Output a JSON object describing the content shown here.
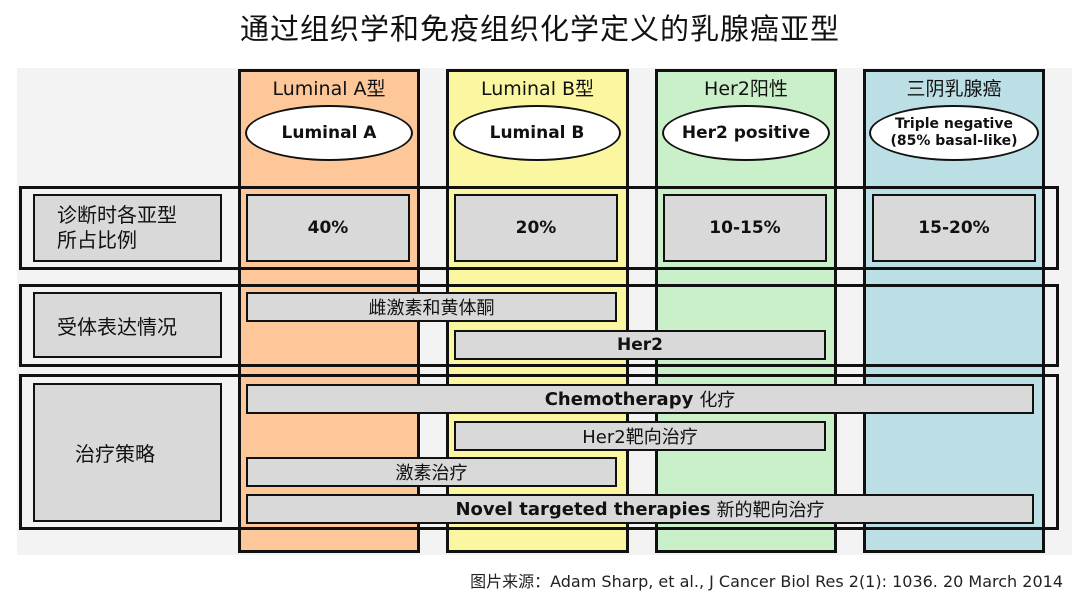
{
  "title": "通过组织学和免疫组织化学定义的乳腺癌亚型",
  "subtypes": [
    {
      "header": "Luminal A型",
      "oval": "Luminal A",
      "oval_line2": ""
    },
    {
      "header": "Luminal B型",
      "oval": "Luminal B",
      "oval_line2": ""
    },
    {
      "header": "Her2阳性",
      "oval": "Her2 positive",
      "oval_line2": ""
    },
    {
      "header": "三阴乳腺癌",
      "oval": "Triple negative",
      "oval_line2": "(85% basal-like)"
    }
  ],
  "rows": {
    "proportion": {
      "label": "诊断时各亚型所占比例",
      "values": [
        "40%",
        "20%",
        "10-15%",
        "15-20%"
      ]
    },
    "receptor": {
      "label": "受体表达情况",
      "bars": [
        "雌激素和黄体酮",
        "Her2"
      ]
    },
    "therapy": {
      "label": "治疗策略",
      "bars": [
        {
          "bold": "Chemotherapy",
          "text": "化疗"
        },
        {
          "bold": "",
          "text": "Her2靶向治疗"
        },
        {
          "bold": "",
          "text": "激素治疗"
        },
        {
          "bold": "Novel targeted therapies",
          "text": "新的靶向治疗"
        }
      ]
    }
  },
  "source": "图片来源：Adam Sharp, et al., J Cancer Biol Res 2(1): 1036. 20 March 2014",
  "colors": {
    "luminal_a": "#fdc79a",
    "luminal_b": "#fbf7a0",
    "her2": "#c9f0c9",
    "triple_negative": "#bcdfe6",
    "cell_fill": "#d9d9d9"
  }
}
